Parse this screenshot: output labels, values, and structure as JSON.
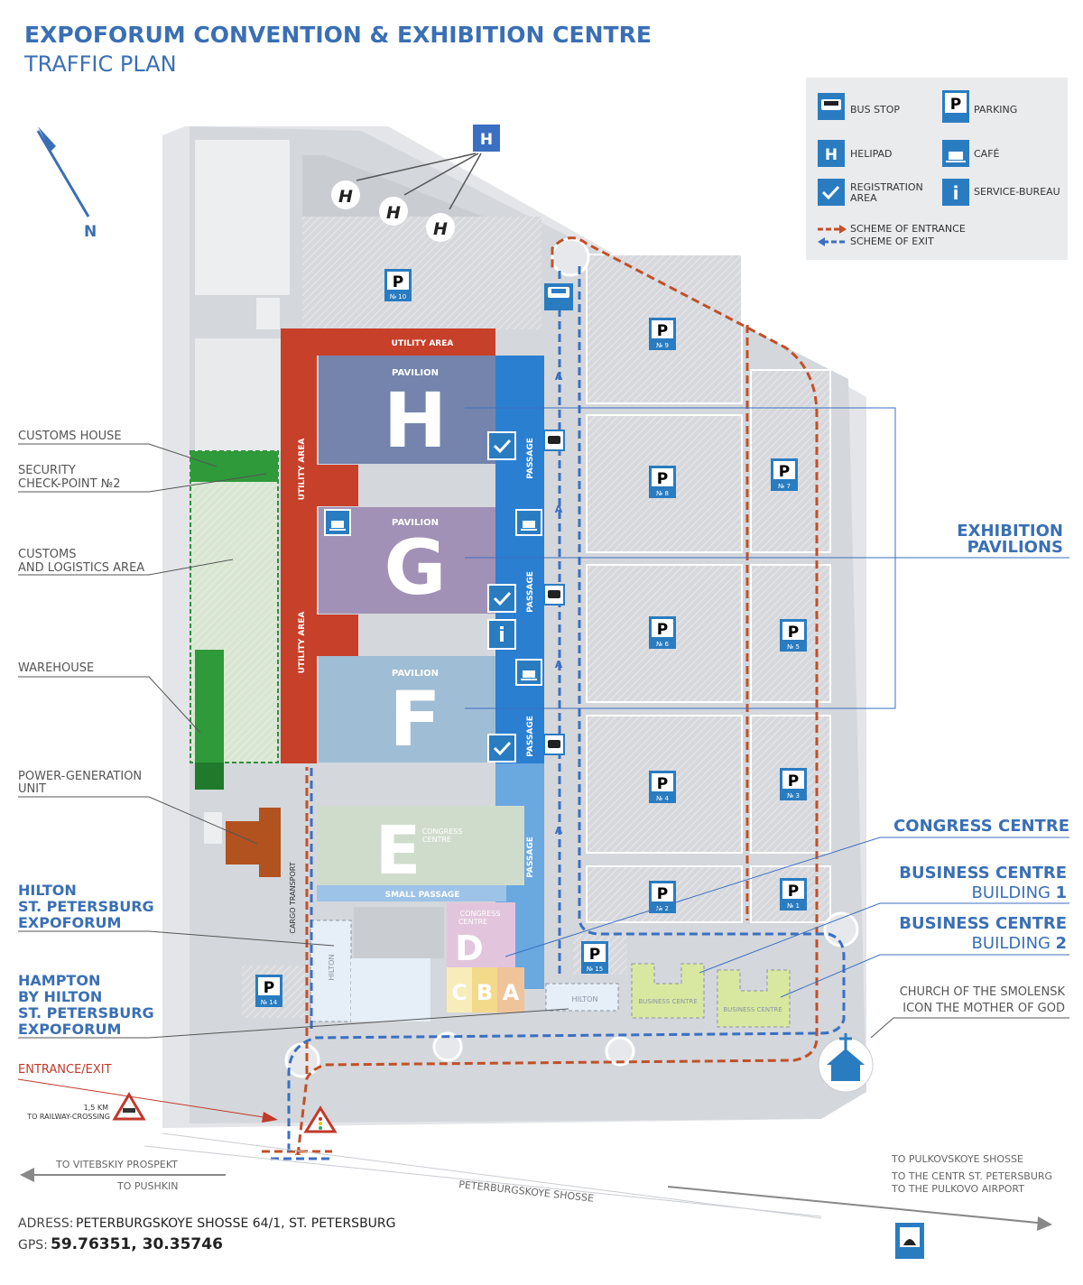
{
  "header": {
    "title": "EXPOFORUM CONVENTION & EXHIBITION CENTRE",
    "subtitle": "TRAFFIC PLAN"
  },
  "compass": {
    "label": "N"
  },
  "legend": {
    "bus_stop": "BUS STOP",
    "parking": "PARKING",
    "helipad": "HELIPAD",
    "cafe": "CAFÉ",
    "registration_1": "REGISTRATION",
    "registration_2": "AREA",
    "service_bureau": "SERVICE-BUREAU",
    "entrance_scheme": "SCHEME OF ENTRANCE",
    "exit_scheme": "SCHEME OF EXIT",
    "colors": {
      "entrance": "#c0502a",
      "exit": "#3b6fc2"
    }
  },
  "glyphs": {
    "helipad": "H",
    "parking": "P",
    "info": "i",
    "cross": "✕"
  },
  "left_labels": {
    "customs_house": "CUSTOMS HOUSE",
    "security_1": "SECURITY",
    "security_2": "CHECK-POINT №2",
    "customs_area_1": "CUSTOMS",
    "customs_area_2": "AND LOGISTICS AREA",
    "warehouse": "WAREHOUSE",
    "power_1": "POWER-GENERATION",
    "power_2": "UNIT",
    "hilton_1": "HILTON",
    "hilton_2": "ST. PETERSBURG",
    "hilton_3": "EXPOFORUM",
    "hampton_1": "HAMPTON",
    "hampton_2": "BY HILTON",
    "hampton_3": "ST. PETERSBURG",
    "hampton_4": "EXPOFORUM",
    "entrance_exit": "ENTRANCE/EXIT",
    "railway_1": "1,5 KM",
    "railway_2": "TO RAILWAY-CROSSING"
  },
  "right_labels": {
    "exhibition_1": "EXHIBITION",
    "exhibition_2": "PAVILIONS",
    "congress": "CONGRESS CENTRE",
    "business1_a": "BUSINESS CENTRE",
    "business1_b": "BUILDING",
    "business1_num": "1",
    "business2_a": "BUSINESS CENTRE",
    "business2_b": "BUILDING",
    "business2_num": "2",
    "church_1": "CHURCH OF THE SMOLENSK",
    "church_2": "ICON THE MOTHER OF GOD"
  },
  "map": {
    "utility_area": "UTILITY AREA",
    "pavilion": "PAVILION",
    "passage": "PASSAGE",
    "small_passage": "SMALL PASSAGE",
    "cargo_transport": "CARGO TRANSPORT",
    "hilton_small": "HILTON",
    "business_centre_small": "BUSINESS CENTRE",
    "congress_small_1": "CONGRESS",
    "congress_small_2": "CENTRE",
    "pavilions": {
      "h": "H",
      "g": "G",
      "f": "F",
      "e": "E",
      "d": "D",
      "c": "C",
      "b": "B",
      "a": "A"
    },
    "lane_marker": "A",
    "parking": {
      "p10": "№ 10",
      "p9": "№ 9",
      "p8": "№ 8",
      "p7": "№ 7",
      "p6": "№ 6",
      "p5": "№ 5",
      "p4": "№ 4",
      "p3": "№ 3",
      "p2": "№ 2",
      "p1": "№ 1",
      "p15": "№ 15",
      "p14": "№ 14"
    }
  },
  "roads": {
    "vitebskiy": "TO VITEBSKIY PROSPEKT",
    "pushkin": "TO PUSHKIN",
    "peterburgskoye": "PETERBURGSKOYE SHOSSE",
    "pulkovskoye": "TO PULKOVSKOYE SHOSSE",
    "centr": "TO THE CENTR ST. PETERSBURG",
    "airport": "TO THE PULKOVO AIRPORT"
  },
  "footer": {
    "address_label": "ADRESS:",
    "address": "PETERBURGSKOYE SHOSSE 64/1, ST. PETERSBURG",
    "gps_label": "GPS:",
    "gps": "59.76351, 30.35746"
  }
}
